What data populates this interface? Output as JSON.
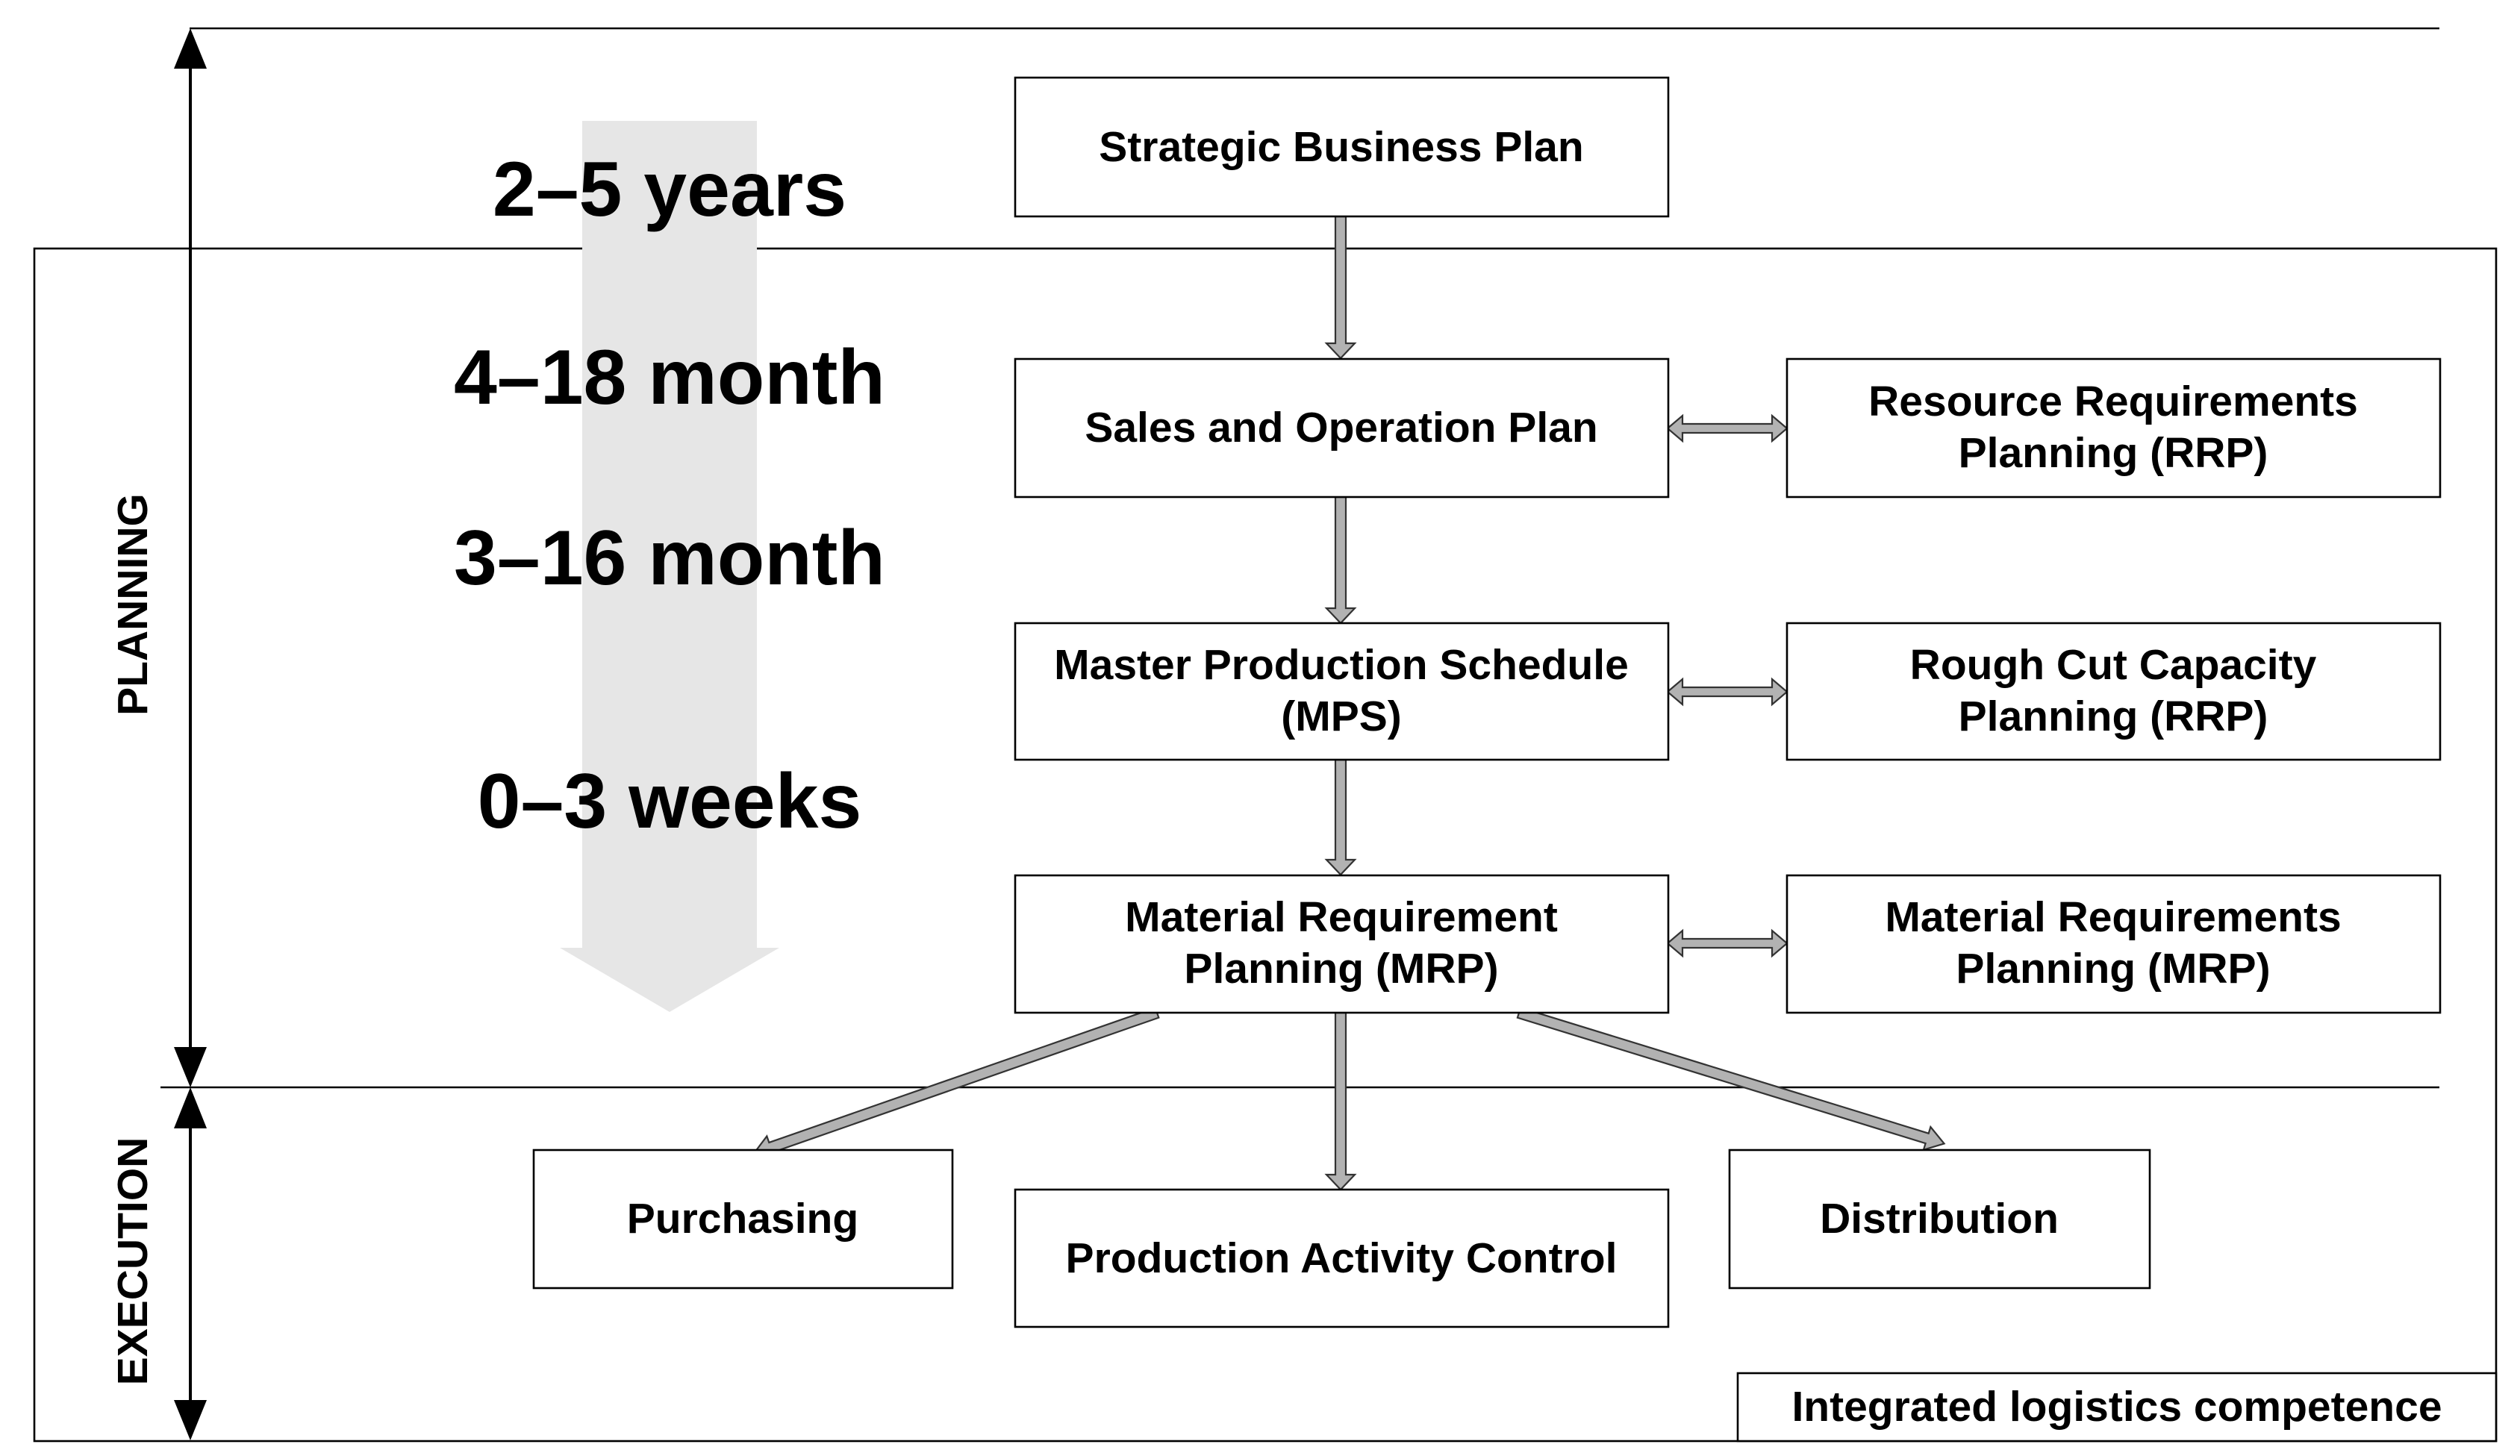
{
  "timeline": {
    "years": "2–5 years",
    "month_long": "4–18 month",
    "month_short": "3–16 month",
    "weeks": "0–3 weeks"
  },
  "sections": {
    "planning": "PLANNING",
    "execution": "EXECUTION"
  },
  "boxes": {
    "strategic_business_plan": [
      "Strategic Business Plan"
    ],
    "sales_operation_plan": [
      "Sales and Operation Plan"
    ],
    "resource_requirements_planning": [
      "Resource Requirements",
      "Planning (RRP)"
    ],
    "master_production_schedule": [
      "Master Production Schedule",
      "(MPS)"
    ],
    "rough_cut_capacity_planning": [
      "Rough Cut Capacity",
      "Planning (RRP)"
    ],
    "material_requirement_planning": [
      "Material Requirement",
      "Planning (MRP)"
    ],
    "material_requirements_planning": [
      "Material Requirements",
      "Planning (MRP)"
    ],
    "purchasing": [
      "Purchasing"
    ],
    "production_activity_control": [
      "Production Activity Control"
    ],
    "distribution": [
      "Distribution"
    ]
  },
  "footer_label": "Integrated logistics competence",
  "colors": {
    "time_arrow": "#e6e6e6",
    "connector_fill": "#b2b2b2",
    "connector_stroke": "#333333"
  }
}
